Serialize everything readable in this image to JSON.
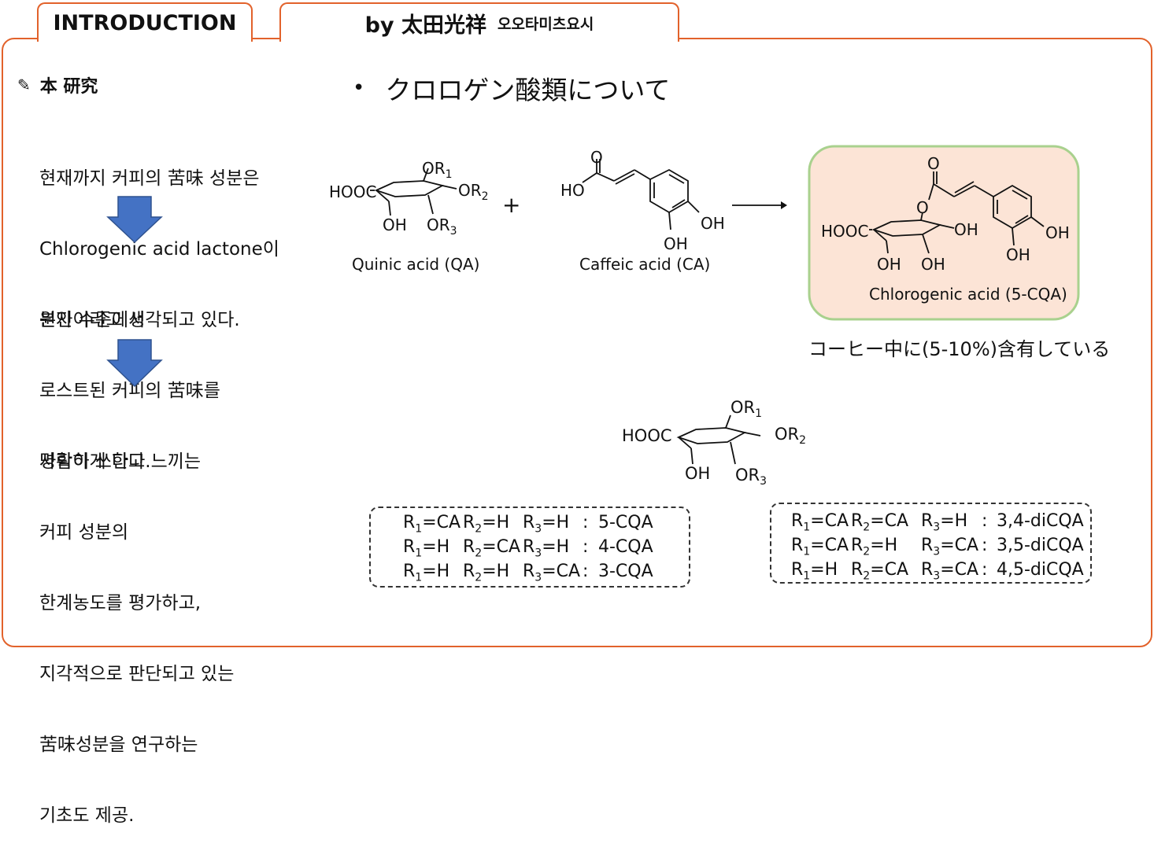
{
  "header": {
    "tab_label": "INTRODUCTION",
    "author": "by 太田光祥",
    "author_reading": "오오타미츠요시"
  },
  "left": {
    "heading": "本 研究",
    "heading_icon": "pen-icon",
    "para1": [
      "현재까지 커피의 苦味 성분은",
      "Chlorogenic acid lactone이",
      "원인이라고 생각되고 있다."
    ],
    "para2": [
      "분자 수준에서",
      "로스트된 커피의 苦味를",
      "명확하게 한다."
    ],
    "para3": [
      "사람이 쓰다고 느끼는",
      "커피 성분의",
      "한계농도를 평가하고,",
      "지각적으로 판단되고 있는",
      "苦味성분을 연구하는",
      "기초도 제공."
    ],
    "arrow_color": "#4472C4"
  },
  "main": {
    "title": "クロロゲン酸類について",
    "qa_label": "Quinic acid (QA)",
    "ca_label": "Caffeic acid (CA)",
    "cga_label": "Chlorogenic acid (5-CQA)",
    "content_note": "コーヒー中に(5-10%)含有している",
    "highlight_fill": "#FCE4D6",
    "highlight_border": "#A9D18E",
    "atoms": {
      "hooc": "HOOC",
      "oh": "OH",
      "ho": "HO",
      "o": "O",
      "or1": "OR",
      "or2": "OR",
      "or3": "OR",
      "s1": "1",
      "s2": "2",
      "s3": "3",
      "plus": "+"
    },
    "cqa_table": [
      {
        "r1": "CA",
        "r2": "H",
        "r3": "H",
        "name": "5-CQA"
      },
      {
        "r1": "H",
        "r2": "CA",
        "r3": "H",
        "name": "4-CQA"
      },
      {
        "r1": "H",
        "r2": "H",
        "r3": "CA",
        "name": "3-CQA"
      }
    ],
    "dicqa_table": [
      {
        "r1": "CA",
        "r2": "CA",
        "r3": "H",
        "name": "3,4-diCQA"
      },
      {
        "r1": "CA",
        "r2": "H",
        "r3": "CA",
        "name": "3,5-diCQA"
      },
      {
        "r1": "H",
        "r2": "CA",
        "r3": "CA",
        "name": "4,5-diCQA"
      }
    ],
    "r_prefix": {
      "r1": "R",
      "r2": "R",
      "r3": "R",
      "eq": "=",
      "colon": ":"
    }
  }
}
